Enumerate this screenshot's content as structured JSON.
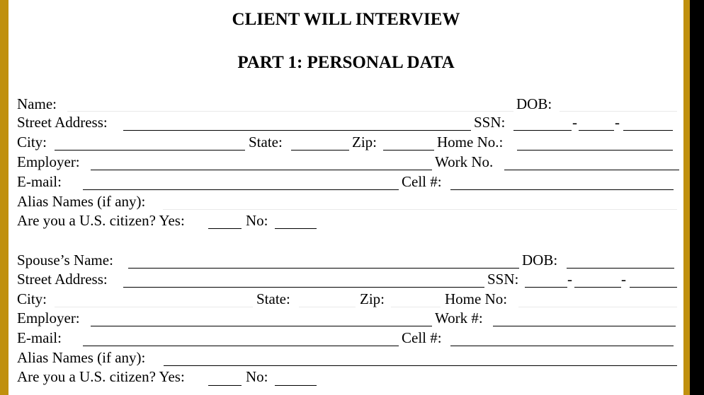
{
  "document": {
    "title": "CLIENT WILL INTERVIEW",
    "subtitle": "PART 1: PERSONAL DATA"
  },
  "client": {
    "name_label": "Name:",
    "dob_label": "DOB:",
    "street_label": "Street Address:",
    "ssn_label": "SSN:",
    "city_label": "City:",
    "state_label": "State:",
    "zip_label": "Zip:",
    "home_label": "Home No.:",
    "employer_label": "Employer:",
    "work_label": "Work No.",
    "email_label": "E-mail:",
    "cell_label": "Cell #:",
    "alias_label": "Alias Names (if any):",
    "citizen_label": "Are you a U.S. citizen? Yes:",
    "no_label": "No:"
  },
  "spouse": {
    "name_label": "Spouse’s Name:",
    "dob_label": "DOB:",
    "street_label": "Street Address:",
    "ssn_label": "SSN:",
    "city_label": "City:",
    "state_label": "State:",
    "zip_label": "Zip:",
    "home_label": "Home No:",
    "employer_label": "Employer:",
    "work_label": "Work #:",
    "email_label": "E-mail:",
    "cell_label": "Cell #:",
    "alias_label": "Alias Names (if any):",
    "citizen_label": "Are you a U.S. citizen? Yes:",
    "no_label": "No:"
  },
  "separators": {
    "dash": "-"
  }
}
